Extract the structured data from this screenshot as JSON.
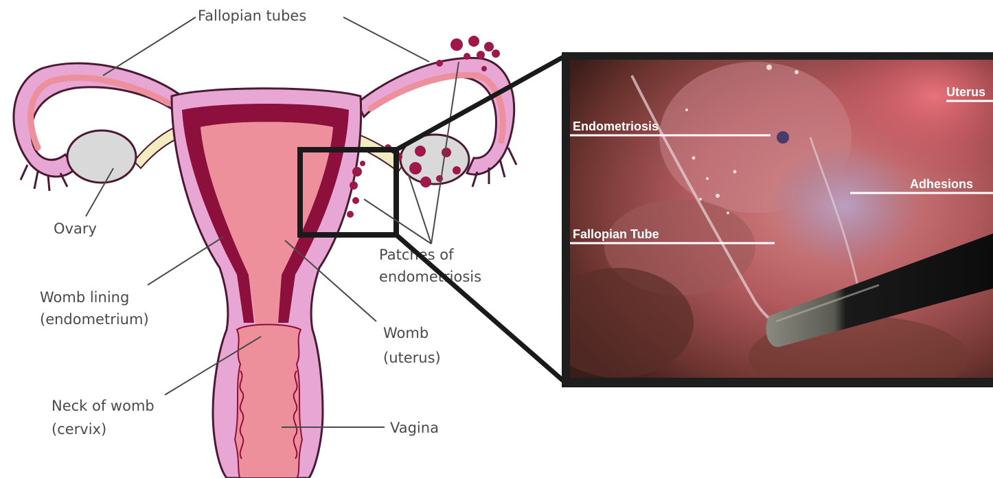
{
  "diagram": {
    "labels": {
      "fallopian_tubes": "Fallopian tubes",
      "ovary": "Ovary",
      "womb_lining_1": "Womb lining",
      "womb_lining_2": "(endometrium)",
      "neck_of_womb_1": "Neck of womb",
      "neck_of_womb_2": "(cervix)",
      "patches_1": "Patches of",
      "patches_2": "endometriosis",
      "womb_1": "Womb",
      "womb_2": "(uterus)",
      "vagina": "Vagina"
    },
    "colors": {
      "outer_tissue": "#e7a6d3",
      "outline": "#4a1a32",
      "inner_pink": "#ee8f9c",
      "lining_dark": "#8c0f3c",
      "ovary_fill": "#d9d9d9",
      "patch": "#9e1849",
      "ligament": "#f2ecc0"
    }
  },
  "photo": {
    "labels": {
      "uterus": "Uterus",
      "endometriosis": "Endometriosis",
      "adhesions": "Adhesions",
      "fallopian_tube": "Fallopian Tube"
    },
    "colors": {
      "frame": "#1e1e1e",
      "tissue_bright": "#d46a72",
      "tissue_dark": "#4a2520"
    }
  },
  "zoom_box": {
    "color": "#1a1a1a"
  }
}
